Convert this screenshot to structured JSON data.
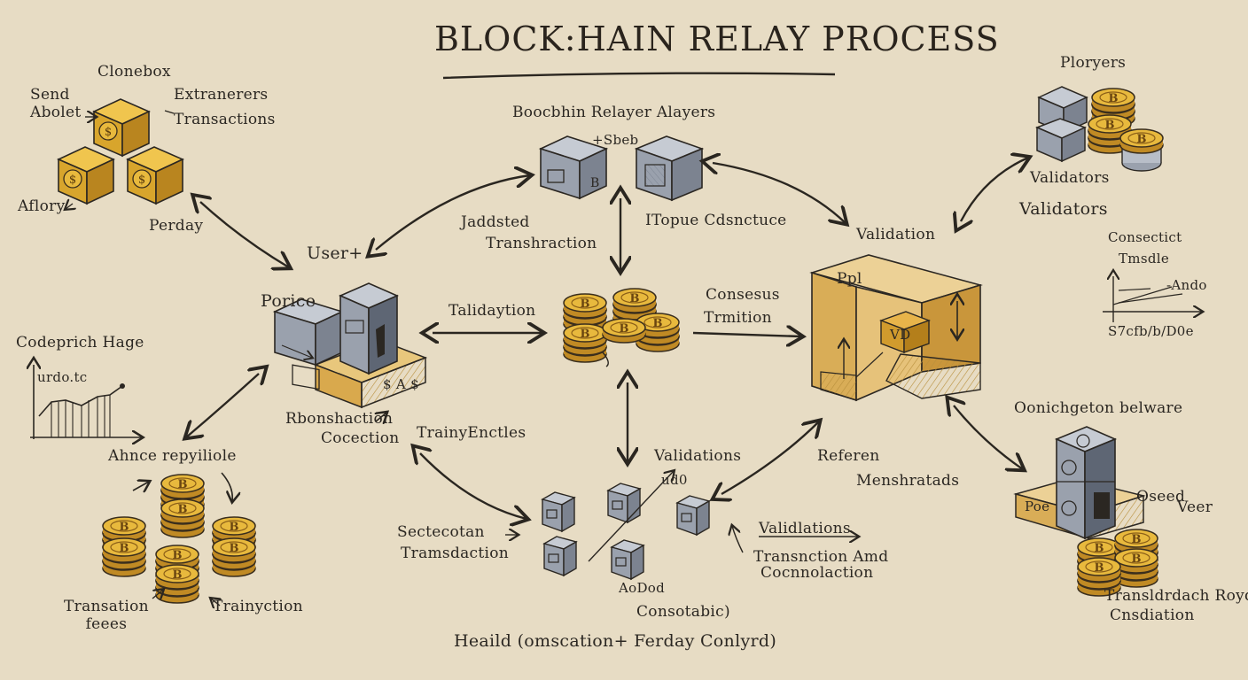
{
  "title": "BLOCK:HAIN RELAY PROCESS",
  "colors": {
    "background": "#e7dcc4",
    "gold": "#e2b23a",
    "gold_dark": "#b8872a",
    "steel": "#a6adb8",
    "steel_dark": "#6e7684",
    "ink": "#2a2620",
    "wood": "#d9b46e"
  },
  "labels": {
    "clonebox": "Clonebox",
    "send_abolet": "Send\nAbolet",
    "extranerers": "Extranerers",
    "transactions_top": "Transactions",
    "aflory": "Aflory",
    "perday": "Perday",
    "relayer_players": "Boocbhin Relayer Alayers",
    "sbeb": "+Sbeb",
    "jaddsted": "Jaddsted",
    "transhraction": "Transhraction",
    "topue": "ITopue Cdsnctuce",
    "user": "User+",
    "porice": "Porice",
    "validaytion": "Talidaytion",
    "consesus": "Consesus",
    "trmition": "Trmition",
    "validation_right": "Validation",
    "players": "Ploryers",
    "validators_small": "Validators",
    "validators_big": "Validators",
    "consectict": "Consectict",
    "tmsdle": "Tmsdle",
    "ando": "-Ando",
    "chart_sub": "S7cfb/b/D0e",
    "codeprich": "Codeprich Hage",
    "urdo": "urdo.tc",
    "rbonshaction": "Rbonshaction",
    "cocection": "Cocection",
    "trainy": "TrainyEnctles",
    "validations": "Validations",
    "ud0": "ud0",
    "referen": "Referen",
    "menshratads": "Menshratads",
    "onichgeton": "Oonichgeton belware",
    "ahnce": "Ahnce repyiliole",
    "sectecotan": "Sectecotan",
    "tramsdaction": "Tramsdaction",
    "validlations": "Validlations",
    "transnction_amd": "Transnction Amd",
    "cocnnolaction": "Cocnnolaction",
    "aodod": "AoDod",
    "consotabic": "Consotabic)",
    "transaction_feees": "Transation\nfeees",
    "trainyction": "Trainyction",
    "heaild": "Heaild  (omscation+ Ferday Conlyrd)",
    "oseed": "Oseed",
    "veer": "Veer",
    "transldrdach": "Transldrdach Royd",
    "cnsdiation": "Cnsdiation",
    "poe": "Poe",
    "ppl": "Ppl",
    "vd": "VD",
    "block_sign": "$ A $"
  },
  "icons": {
    "coin_symbol": "B",
    "dollar_symbol": "$"
  }
}
